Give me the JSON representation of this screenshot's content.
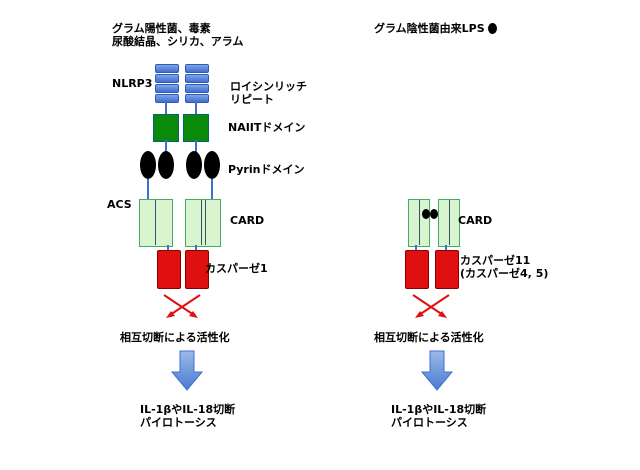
{
  "left": {
    "stimulus": "グラム陽性菌、毒素\n尿酸結晶、シリカ、アラム",
    "nlrp3": "NLRP3",
    "lrr": "ロイシンリッチ\nリピート",
    "naiit": "NAIITドメイン",
    "pyrin": "Pyrinドメイン",
    "acs": "ACS",
    "card": "CARD",
    "caspase": "カスパーゼ1",
    "activation": "相互切断による活性化",
    "outcome": "IL-1βやIL-18切断\nパイロトーシス"
  },
  "right": {
    "stimulus": "グラム陰性菌由来LPS",
    "card": "CARD",
    "caspase": "カスパーゼ11\n(カスパーゼ4, 5)",
    "activation": "相互切断による活性化",
    "outcome": "IL-1βやIL-18切断\nパイロトーシス"
  }
}
